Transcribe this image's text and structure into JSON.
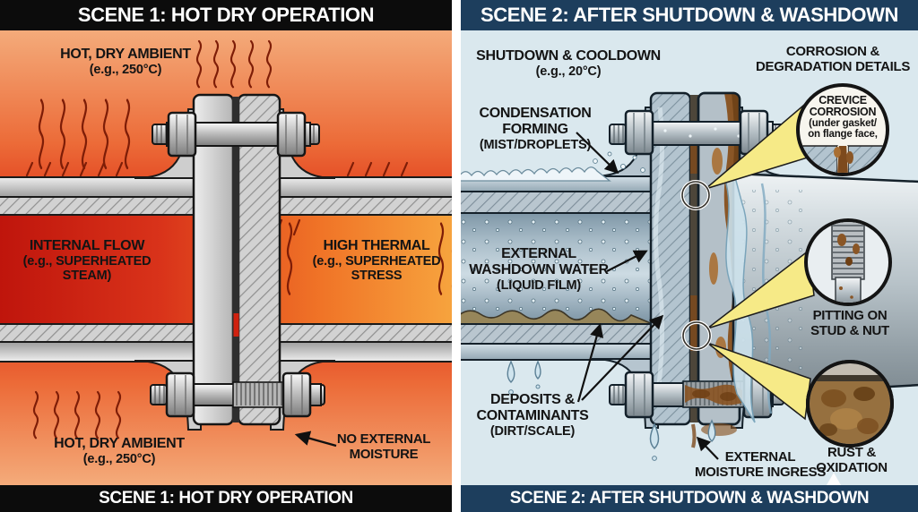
{
  "scene1": {
    "banner": "SCENE 1: HOT DRY OPERATION",
    "labels": {
      "ambient_top": {
        "l1": "HOT, DRY AMBIENT",
        "l2": "(e.g., 250°C)"
      },
      "internal_flow": {
        "l1": "INTERNAL FLOW",
        "l2": "(e.g., SUPERHEATED",
        "l3": "STEAM)"
      },
      "thermal": {
        "l1": "HIGH THERMAL",
        "l2": "(e.g., SUPERHEATED",
        "l3": "STRESS"
      },
      "ambient_bottom": {
        "l1": "HOT, DRY AMBIENT",
        "l2": "(e.g., 250°C)"
      },
      "no_moisture": {
        "l1": "NO EXTERNAL",
        "l2": "MOISTURE"
      }
    }
  },
  "scene2": {
    "banner": "SCENE 2: AFTER SHUTDOWN & WASHDOWN",
    "labels": {
      "shutdown": {
        "l1": "SHUTDOWN & COOLDOWN",
        "l2": "(e.g., 20°C)"
      },
      "details_title": {
        "l1": "CORROSION &",
        "l2": "DEGRADATION DETAILS"
      },
      "condensation": {
        "l1": "CONDENSATION",
        "l2": "FORMING",
        "l3": "(MIST/DROPLETS)"
      },
      "washdown": {
        "l1": "EXTERNAL",
        "l2": "WASHDOWN WATER",
        "l3": "(LIQUID FILM)"
      },
      "deposits": {
        "l1": "DEPOSITS &",
        "l2": "CONTAMINANTS",
        "l3": "(DIRT/SCALE)"
      },
      "ingress": {
        "l1": "EXTERNAL",
        "l2": "MOISTURE INGRESS"
      },
      "crevice": {
        "l1": "CREVICE",
        "l2": "CORROSION",
        "l3": "(under gasket/",
        "l4": "on flange face,"
      },
      "pitting": {
        "l1": "PITTING ON",
        "l2": "STUD & NUT"
      },
      "rust": {
        "l1": "RUST &",
        "l2": "OXIDATION"
      }
    }
  },
  "colors": {
    "banner1_bg": "#0c0c0c",
    "banner2_bg": "#1d3e5d",
    "banner_text": "#ffffff",
    "label_color": "#141414",
    "divider": "#ffffff",
    "hot_peach": "#f6bc8c",
    "hot_red": "#dc2d13",
    "hot_orange": "#f7a63f",
    "cool_bg": "#dae8ee",
    "metal_gray": "#c4c4c4",
    "corrosion_brown": "#8a5626",
    "rust_dark": "#6b3f16",
    "beam_yellow": "#f6ea87",
    "water_blue": "#cde2ec",
    "heat_wave": "#7e1d07"
  }
}
